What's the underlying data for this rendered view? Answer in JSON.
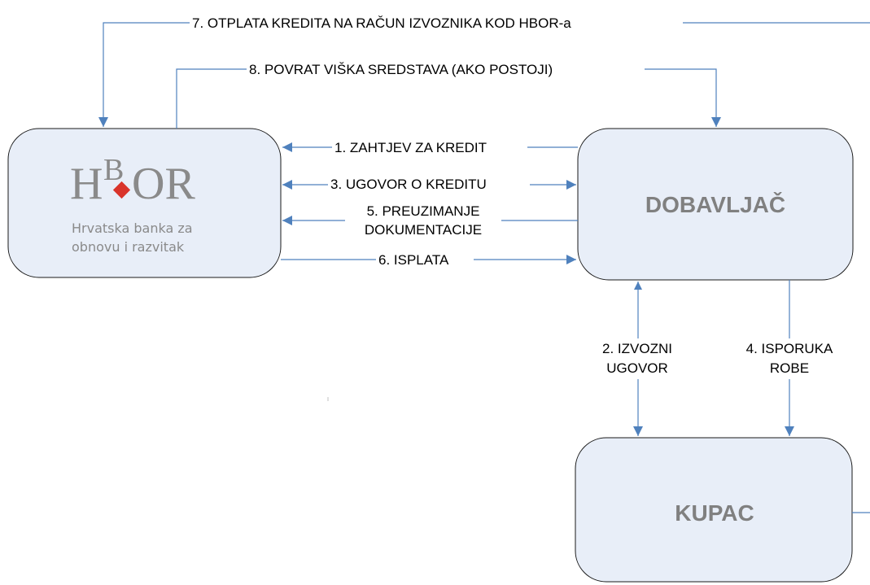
{
  "colors": {
    "box_fill": "#e8eef8",
    "box_stroke": "#1a1a1a",
    "arrow": "#4f81bd",
    "box_label": "#808080",
    "logo_text": "#8a8a8a",
    "logo_diamond": "#d9342b"
  },
  "hbor": {
    "logo_h": "H",
    "logo_b": "B",
    "logo_or": "OR",
    "tagline_line1": "Hrvatska banka za",
    "tagline_line2": "obnovu i razvitak"
  },
  "boxes": {
    "dobavljac": "DOBAVLJAČ",
    "kupac": "KUPAC"
  },
  "flows": {
    "f1": "1. ZAHTJEV ZA KREDIT",
    "f2_line1": "2. IZVOZNI",
    "f2_line2": "UGOVOR",
    "f3": "3. UGOVOR O KREDITU",
    "f4_line1": "4. ISPORUKA",
    "f4_line2": "ROBE",
    "f5_line1": "5. PREUZIMANJE",
    "f5_line2": "DOKUMENTACIJE",
    "f6": "6. ISPLATA",
    "f7": "7. OTPLATA KREDITA NA RAČUN IZVOZNIKA KOD HBOR-a",
    "f8": "8. POVRAT VIŠKA SREDSTAVA (AKO POSTOJI)"
  }
}
